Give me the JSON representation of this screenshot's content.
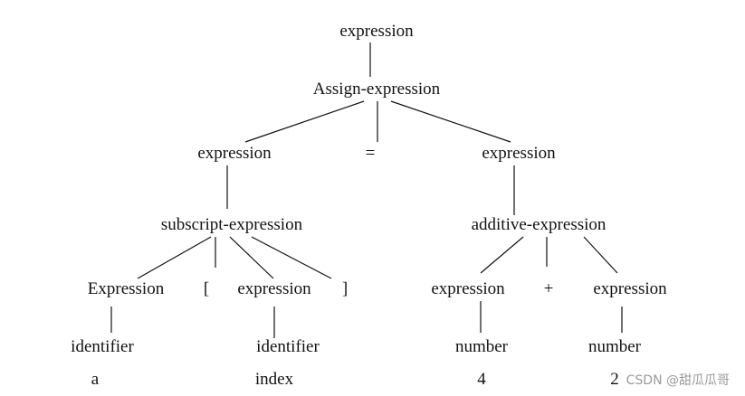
{
  "nodes": [
    {
      "id": "n_expr_root",
      "label": "expression"
    },
    {
      "id": "n_assign",
      "label": "Assign-expression"
    },
    {
      "id": "n_expr_left",
      "label": "expression"
    },
    {
      "id": "n_eq",
      "label": "="
    },
    {
      "id": "n_expr_right",
      "label": "expression"
    },
    {
      "id": "n_subscript",
      "label": "subscript-expression"
    },
    {
      "id": "n_additive",
      "label": "additive-expression"
    },
    {
      "id": "n_Expression",
      "label": "Expression"
    },
    {
      "id": "n_lbracket",
      "label": "["
    },
    {
      "id": "n_expr_index",
      "label": "expression"
    },
    {
      "id": "n_rbracket",
      "label": "]"
    },
    {
      "id": "n_expr_4",
      "label": "expression"
    },
    {
      "id": "n_plus",
      "label": "+"
    },
    {
      "id": "n_expr_2",
      "label": "expression"
    },
    {
      "id": "n_ident_a",
      "label": "identifier"
    },
    {
      "id": "n_ident_index",
      "label": "identifier"
    },
    {
      "id": "n_number_4",
      "label": "number"
    },
    {
      "id": "n_number_2",
      "label": "number"
    },
    {
      "id": "n_leaf_a",
      "label": "a"
    },
    {
      "id": "n_leaf_index",
      "label": "index"
    },
    {
      "id": "n_leaf_4",
      "label": "4"
    },
    {
      "id": "n_leaf_2",
      "label": "2"
    }
  ],
  "edges": [
    {
      "from": "n_expr_root",
      "to": "n_assign"
    },
    {
      "from": "n_assign",
      "to": "n_expr_left"
    },
    {
      "from": "n_assign",
      "to": "n_eq"
    },
    {
      "from": "n_assign",
      "to": "n_expr_right"
    },
    {
      "from": "n_expr_left",
      "to": "n_subscript"
    },
    {
      "from": "n_expr_right",
      "to": "n_additive"
    },
    {
      "from": "n_subscript",
      "to": "n_Expression"
    },
    {
      "from": "n_subscript",
      "to": "n_lbracket"
    },
    {
      "from": "n_subscript",
      "to": "n_expr_index"
    },
    {
      "from": "n_subscript",
      "to": "n_rbracket"
    },
    {
      "from": "n_additive",
      "to": "n_expr_4"
    },
    {
      "from": "n_additive",
      "to": "n_plus"
    },
    {
      "from": "n_additive",
      "to": "n_expr_2"
    },
    {
      "from": "n_Expression",
      "to": "n_ident_a"
    },
    {
      "from": "n_expr_index",
      "to": "n_ident_index"
    },
    {
      "from": "n_expr_4",
      "to": "n_number_4"
    },
    {
      "from": "n_expr_2",
      "to": "n_number_2"
    }
  ],
  "watermark": "CSDN @甜瓜瓜哥",
  "colors": {
    "text": "#111111",
    "line": "#111111",
    "watermark": "#9a9a9a",
    "background": "#ffffff"
  }
}
